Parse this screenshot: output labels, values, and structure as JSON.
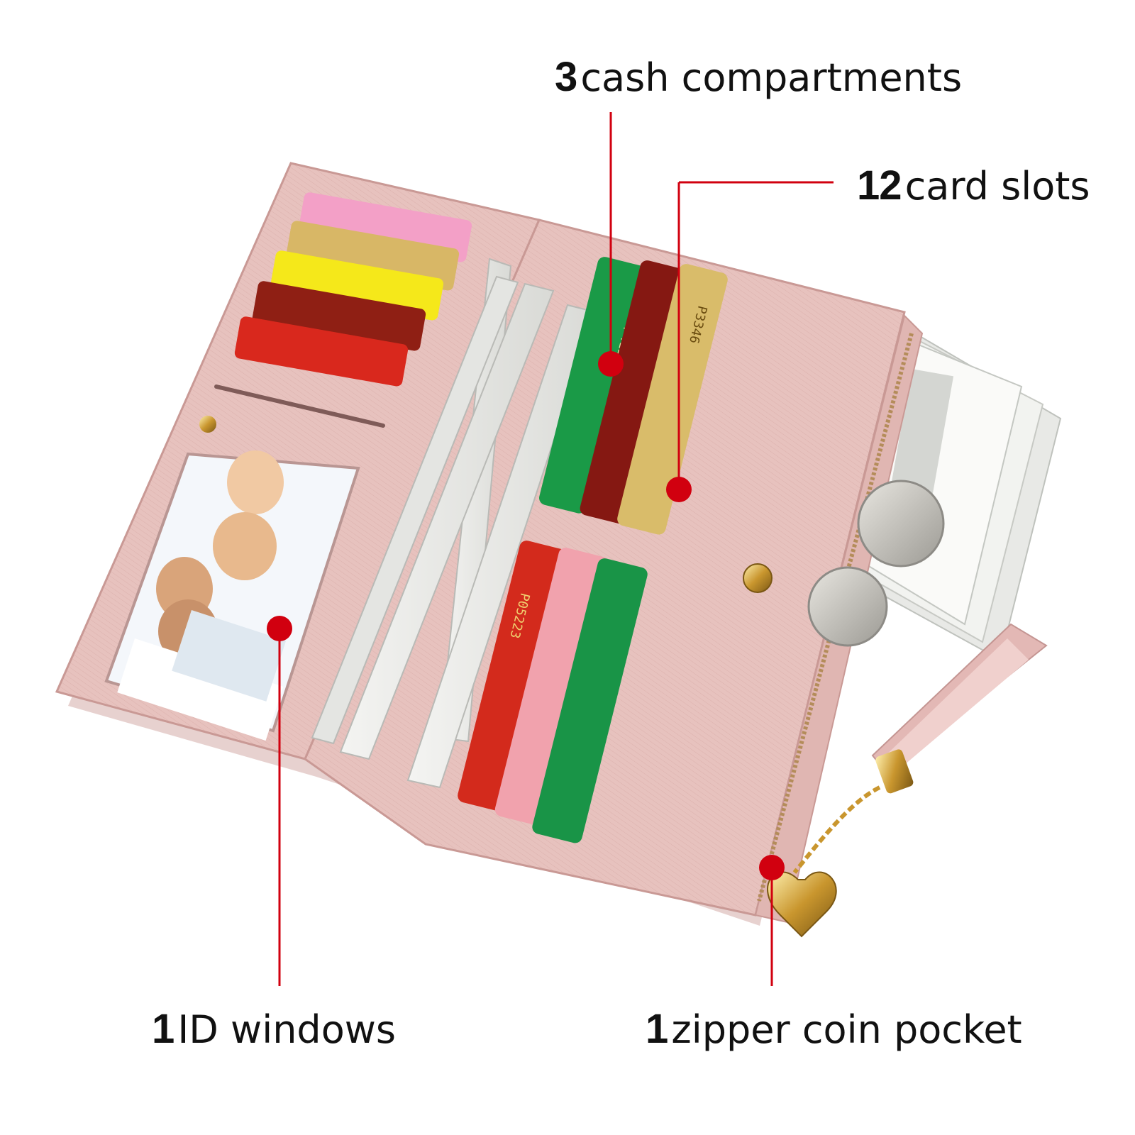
{
  "callouts": {
    "cash": {
      "number": "3",
      "text": "cash compartments"
    },
    "cards": {
      "number": "12",
      "text": "card slots"
    },
    "id": {
      "number": "1",
      "text": "ID windows"
    },
    "zipper": {
      "number": "1",
      "text": "zipper coin pocket"
    }
  },
  "card_prints": {
    "green_top": "P41240",
    "gold_top": "P3346",
    "red_bottom": "P05223"
  },
  "colors": {
    "leather": "#e8c3c0",
    "leather_shadow": "#d7aaa7",
    "pointer": "#d1000f",
    "text": "#111111"
  }
}
